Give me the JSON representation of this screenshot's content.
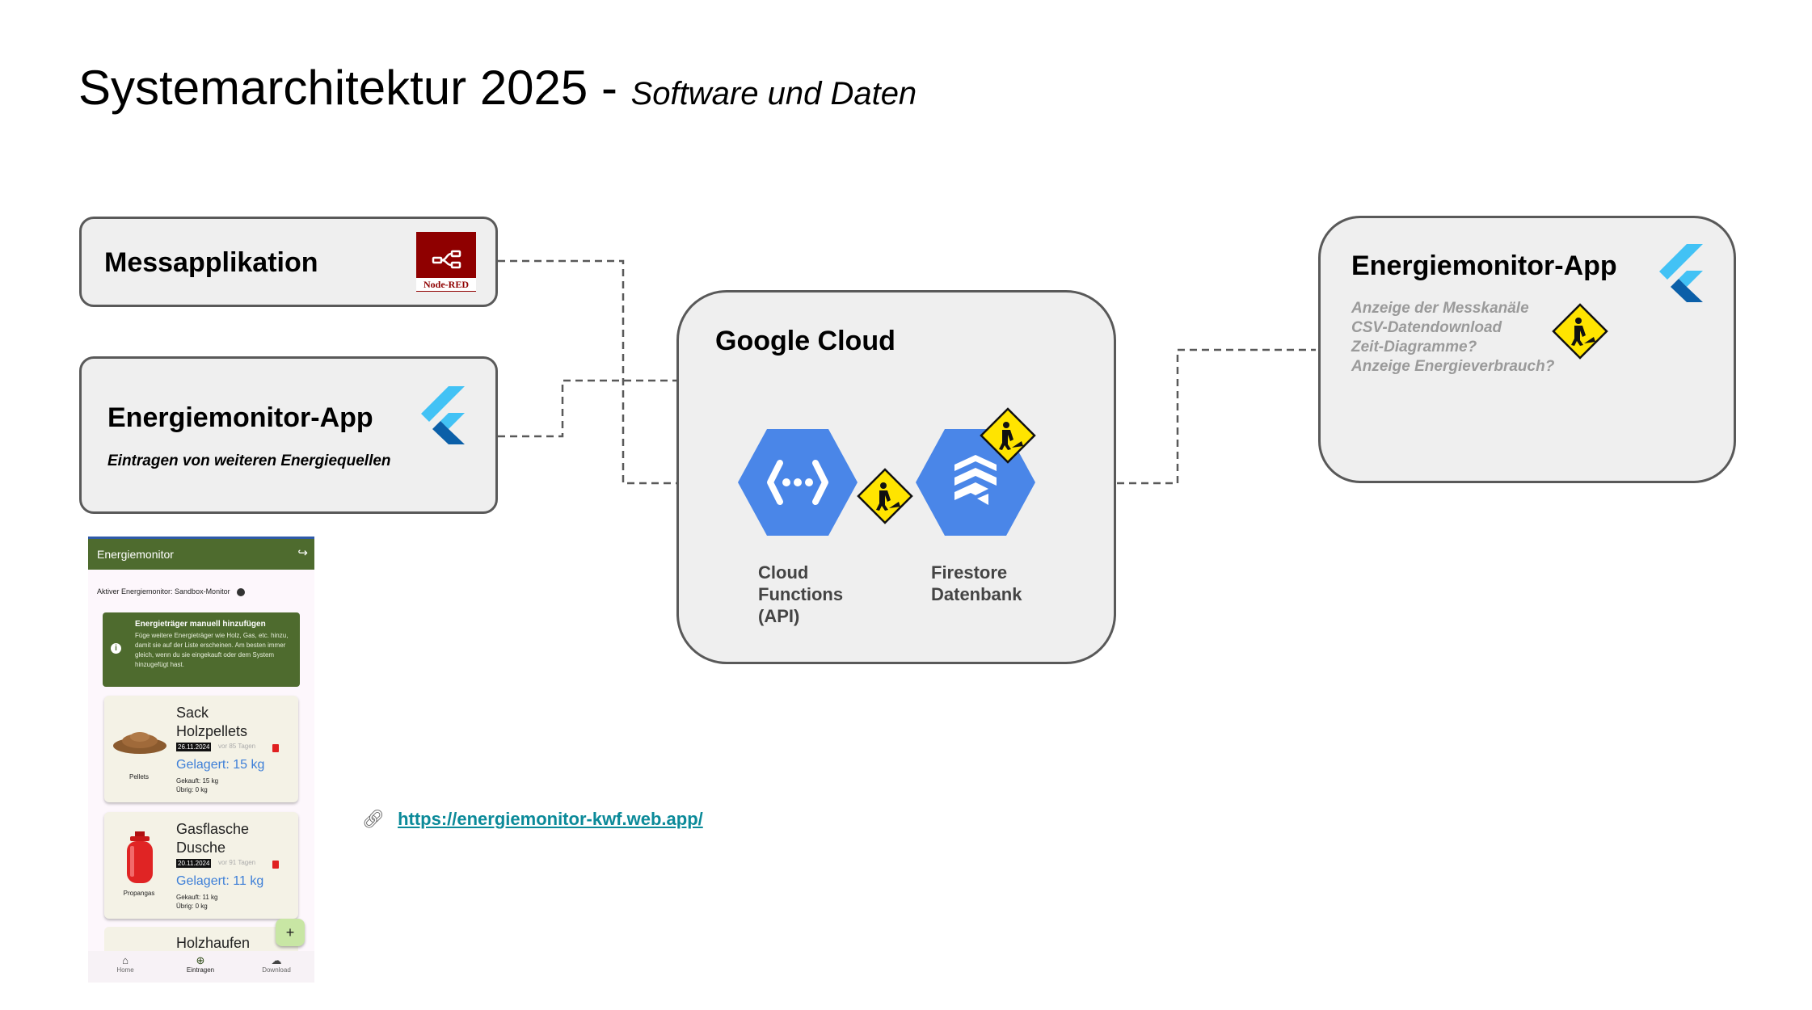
{
  "title": {
    "main": "Systemarchitektur 2025 - ",
    "sub": "Software und Daten"
  },
  "boxes": {
    "messapp": {
      "title": "Messapplikation",
      "logo_text": "Node-RED"
    },
    "energie_left": {
      "title": "Energiemonitor-App",
      "desc": "Eintragen von weiteren Energiequellen"
    },
    "energie_right": {
      "title": "Energiemonitor-App",
      "features": [
        "Anzeige der Messkanäle",
        "CSV-Datendownload",
        "Zeit-Diagramme?",
        "Anzeige Energieverbrauch?"
      ]
    }
  },
  "cloud": {
    "title": "Google Cloud",
    "functions_label": [
      "Cloud",
      "Functions",
      "(API)"
    ],
    "firestore_label": [
      "Firestore",
      "Datenbank"
    ]
  },
  "link": {
    "url": "https://energiemonitor-kwf.web.app/"
  },
  "phone": {
    "appbar_title": "Energiemonitor",
    "active": "Aktiver Energiemonitor: Sandbox-Monitor",
    "info_title": "Energieträger manuell hinzufügen",
    "info_body": "Füge weitere Energieträger wie Holz, Gas, etc. hinzu, damit sie auf der Liste erscheinen. Am besten immer gleich, wenn du sie eingekauft oder dem System hinzugefügt hast.",
    "items": [
      {
        "name": "Sack Holzpellets",
        "date": "26.11.2024",
        "ago": "vor 85 Tagen",
        "stored": "Gelagert: 15 kg",
        "bought": "Gekauft: 15 kg",
        "left": "Übrig: 0 kg",
        "category": "Pellets"
      },
      {
        "name": "Gasflasche Dusche",
        "date": "20.11.2024",
        "ago": "vor 91 Tagen",
        "stored": "Gelagert: 11 kg",
        "bought": "Gekauft: 11 kg",
        "left": "Übrig: 0 kg",
        "category": "Propangas"
      }
    ],
    "item3_name": "Holzhaufen",
    "nav": [
      "Home",
      "Eintragen",
      "Download"
    ]
  },
  "colors": {
    "flutter_light": "#42c2f5",
    "flutter_dark": "#0b5fa8",
    "google_blue": "#4a86e8",
    "node_red": "#8f0000",
    "warning": "#ffe400",
    "app_green": "#4e6b2e"
  }
}
